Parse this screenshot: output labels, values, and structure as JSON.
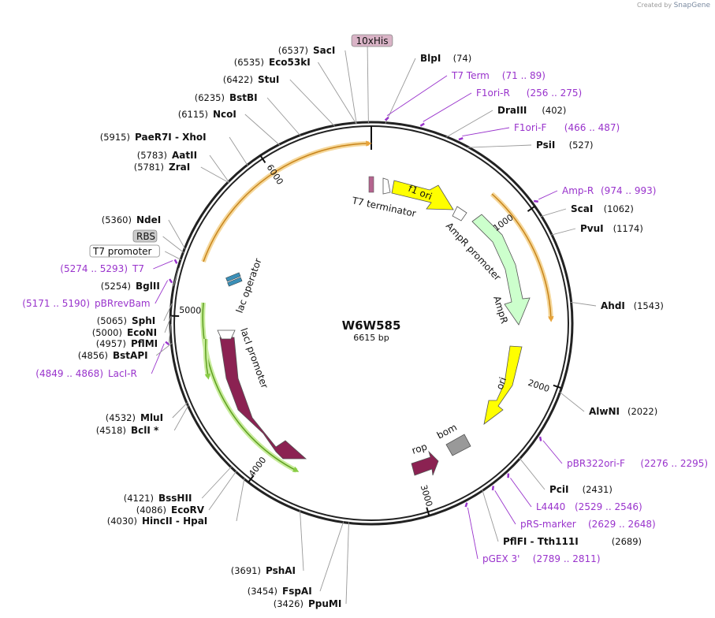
{
  "credit": {
    "prefix": "Created by",
    "brand": "SnapGene"
  },
  "plasmid": {
    "name": "W6W585",
    "size_label": "6615 bp",
    "length": 6615
  },
  "colors": {
    "primer": "#9933cc",
    "orf": "#e8a33a",
    "lacI_orf": "#88cc44",
    "lacI": "#8b2252",
    "ori": "#ffff00",
    "ampr": "#ccffcc",
    "f1ori": "#ffff00",
    "rop": "#8b2252",
    "bom": "#999999",
    "tag": "#d9b3c6"
  },
  "ticks": [
    {
      "label": "1000",
      "bp": 1000
    },
    {
      "label": "2000",
      "bp": 2000
    },
    {
      "label": "3000",
      "bp": 3000
    },
    {
      "label": "4000",
      "bp": 4000
    },
    {
      "label": "5000",
      "bp": 5000
    },
    {
      "label": "6000",
      "bp": 6000
    }
  ],
  "sites": [
    {
      "kind": "enzyme",
      "name": "BlpI",
      "pos": "(74)",
      "bp": 74
    },
    {
      "kind": "primer",
      "name": "T7 Term",
      "pos": "(71 .. 89)",
      "bp": 80
    },
    {
      "kind": "primer",
      "name": "F1ori-R",
      "pos": "(256 .. 275)",
      "bp": 265
    },
    {
      "kind": "enzyme",
      "name": "DraIII",
      "pos": "(402)",
      "bp": 402
    },
    {
      "kind": "primer",
      "name": "F1ori-F",
      "pos": "(466 .. 487)",
      "bp": 476
    },
    {
      "kind": "enzyme",
      "name": "PsiI",
      "pos": "(527)",
      "bp": 527
    },
    {
      "kind": "primer",
      "name": "Amp-R",
      "pos": "(974 .. 993)",
      "bp": 983
    },
    {
      "kind": "enzyme",
      "name": "ScaI",
      "pos": "(1062)",
      "bp": 1062
    },
    {
      "kind": "enzyme",
      "name": "PvuI",
      "pos": "(1174)",
      "bp": 1174
    },
    {
      "kind": "enzyme",
      "name": "AhdI",
      "pos": "(1543)",
      "bp": 1543
    },
    {
      "kind": "enzyme",
      "name": "AlwNI",
      "pos": "(2022)",
      "bp": 2022
    },
    {
      "kind": "primer",
      "name": "pBR322ori-F",
      "pos": "(2276 .. 2295)",
      "bp": 2285
    },
    {
      "kind": "enzyme",
      "name": "PciI",
      "pos": "(2431)",
      "bp": 2431
    },
    {
      "kind": "primer",
      "name": "L4440",
      "pos": "(2529 .. 2546)",
      "bp": 2537
    },
    {
      "kind": "primer",
      "name": "pRS-marker",
      "pos": "(2629 .. 2648)",
      "bp": 2638
    },
    {
      "kind": "enzyme",
      "name": "PflFI  -  Tth111I",
      "pos": "(2689)",
      "bp": 2689
    },
    {
      "kind": "primer",
      "name": "pGEX 3'",
      "pos": "(2789 .. 2811)",
      "bp": 2800
    },
    {
      "kind": "enzyme",
      "name": "PpuMI",
      "pos": "(3426)",
      "bp": 3426
    },
    {
      "kind": "enzyme",
      "name": "FspAI",
      "pos": "(3454)",
      "bp": 3454
    },
    {
      "kind": "enzyme",
      "name": "PshAI",
      "pos": "(3691)",
      "bp": 3691
    },
    {
      "kind": "enzyme",
      "name": "HincII  -  HpaI",
      "pos": "(4030)",
      "bp": 4030
    },
    {
      "kind": "enzyme",
      "name": "EcoRV",
      "pos": "(4086)",
      "bp": 4086
    },
    {
      "kind": "enzyme",
      "name": "BssHII",
      "pos": "(4121)",
      "bp": 4121
    },
    {
      "kind": "enzyme",
      "name": "BclI *",
      "pos": "(4518)",
      "bp": 4518
    },
    {
      "kind": "enzyme",
      "name": "MluI",
      "pos": "(4532)",
      "bp": 4532
    },
    {
      "kind": "primer",
      "name": "LacI-R",
      "pos": "(4849 .. 4868)",
      "bp": 4858
    },
    {
      "kind": "enzyme",
      "name": "BstAPI",
      "pos": "(4856)",
      "bp": 4856
    },
    {
      "kind": "enzyme",
      "name": "PflMI",
      "pos": "(4957)",
      "bp": 4957
    },
    {
      "kind": "enzyme",
      "name": "EcoNI",
      "pos": "(5000)",
      "bp": 5000
    },
    {
      "kind": "enzyme",
      "name": "SphI",
      "pos": "(5065)",
      "bp": 5065
    },
    {
      "kind": "primer",
      "name": "pBRrevBam",
      "pos": "(5171 .. 5190)",
      "bp": 5180
    },
    {
      "kind": "enzyme",
      "name": "BglII",
      "pos": "(5254)",
      "bp": 5254
    },
    {
      "kind": "primer",
      "name": "T7",
      "pos": "(5274 .. 5293)",
      "bp": 5283
    },
    {
      "kind": "feature",
      "name": "T7 promoter",
      "pos": "",
      "bp": 5300
    },
    {
      "kind": "feature",
      "name": "RBS",
      "pos": "",
      "bp": 5340
    },
    {
      "kind": "enzyme",
      "name": "NdeI",
      "pos": "(5360)",
      "bp": 5360
    },
    {
      "kind": "enzyme",
      "name": "ZraI",
      "pos": "(5781)",
      "bp": 5781
    },
    {
      "kind": "enzyme",
      "name": "AatII",
      "pos": "(5783)",
      "bp": 5783
    },
    {
      "kind": "enzyme",
      "name": "PaeR7I  -  XhoI",
      "pos": "(5915)",
      "bp": 5915
    },
    {
      "kind": "enzyme",
      "name": "NcoI",
      "pos": "(6115)",
      "bp": 6115
    },
    {
      "kind": "enzyme",
      "name": "BstBI",
      "pos": "(6235)",
      "bp": 6235
    },
    {
      "kind": "enzyme",
      "name": "StuI",
      "pos": "(6422)",
      "bp": 6422
    },
    {
      "kind": "enzyme",
      "name": "Eco53kI",
      "pos": "(6535)",
      "bp": 6535
    },
    {
      "kind": "enzyme",
      "name": "SacI",
      "pos": "(6537)",
      "bp": 6537
    },
    {
      "kind": "tag",
      "name": "10xHis",
      "pos": "",
      "bp": 6600
    }
  ],
  "features": [
    {
      "name": "T7 terminator"
    },
    {
      "name": "f1 ori"
    },
    {
      "name": "AmpR promoter"
    },
    {
      "name": "AmpR"
    },
    {
      "name": "ori"
    },
    {
      "name": "bom"
    },
    {
      "name": "rop"
    },
    {
      "name": "lacI"
    },
    {
      "name": "lacI promoter"
    },
    {
      "name": "lac operator"
    }
  ]
}
